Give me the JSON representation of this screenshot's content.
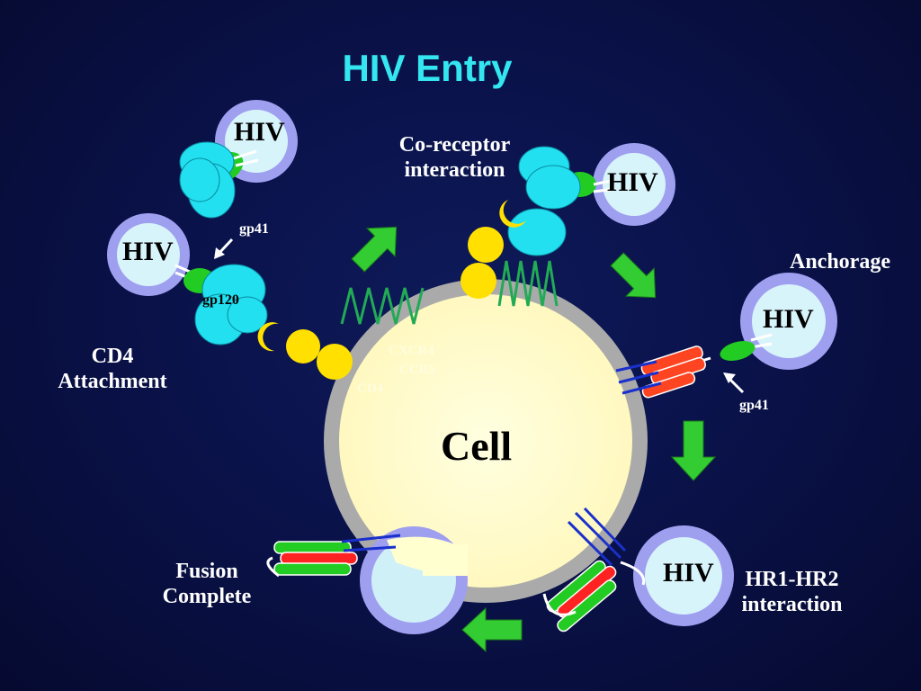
{
  "title": "HIV Entry",
  "cell_label": "Cell",
  "virus_label": "HIV",
  "stages": {
    "attachment": "CD4\nAttachment",
    "coreceptor": "Co-receptor\ninteraction",
    "anchorage": "Anchorage",
    "hr1_hr2": "HR1-HR2\ninteraction",
    "fusion": "Fusion\nComplete"
  },
  "proteins": {
    "gp41_top": "gp41",
    "gp120": "gp120",
    "gp41_right": "gp41"
  },
  "receptors": {
    "cxcr4": "CXCR4",
    "ccr5": "CCR5",
    "cd4": "CD4"
  },
  "colors": {
    "title": "#33e6f0",
    "cell_fill": "#ffffd0",
    "cell_ring": "#a8a8a8",
    "virus_ring": "#9f9ff0",
    "virus_fill": "#d8f4fb",
    "gp120": "#22e0f0",
    "gp41": "#22cc22",
    "cd4": "#ffe000",
    "receptor": "#22aa55",
    "arrow": "#33cc33"
  }
}
